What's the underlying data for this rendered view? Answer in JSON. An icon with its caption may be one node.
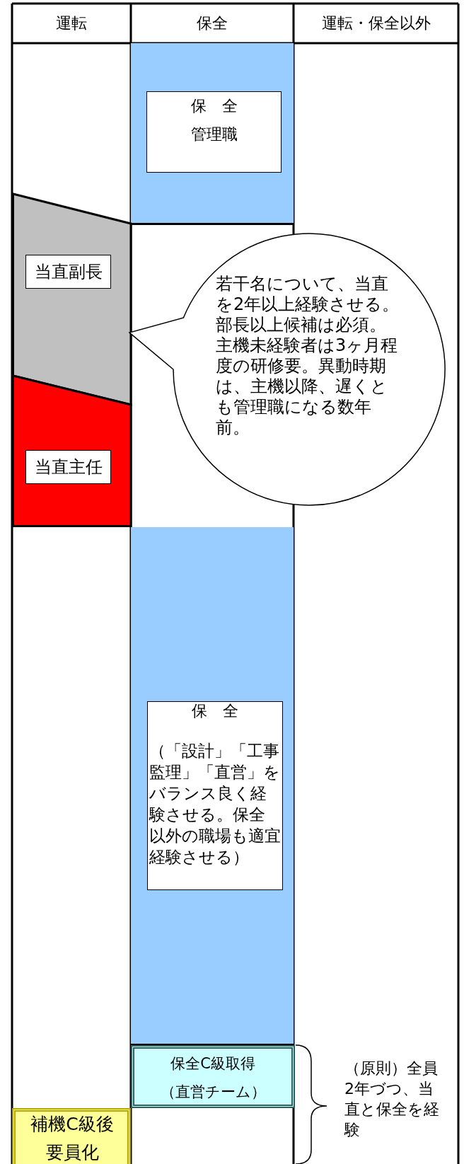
{
  "diagram": {
    "nodes": [
      {
        "text": [
          "運転"
        ]
      },
      {
        "text": [
          "保全"
        ]
      },
      {
        "text": [
          "運転・保全以外"
        ]
      },
      {
        "text": [],
        "shape": "bar"
      },
      {
        "text": [
          "保　全",
          "管理職"
        ],
        "in": 3
      },
      {
        "text": [],
        "shape": "bar"
      },
      {
        "text": [
          "当直副長"
        ],
        "in": 5
      },
      {
        "text": [],
        "shape": "bar"
      },
      {
        "text": [
          "当直主任"
        ],
        "in": 7
      },
      {
        "text": [
          "若干名について、当直を2年以上経験させる。部長以上候補は必須。主機未経験者は3ヶ月程度の研修要。異動時期は、主機以降、遅くとも管理職になる数年前。"
        ]
      },
      {
        "text": [],
        "shape": "bar"
      },
      {
        "text": [
          "保　全",
          "（「設計」「工事監理」「直営」をバランス良く経験させる。保全以外の職場も適宜経験させる）"
        ],
        "in": 10
      },
      {
        "text": [
          "保全C級取得",
          "（直営チーム）"
        ]
      },
      {
        "text": [
          "補機C級後要員化"
        ]
      }
    ],
    "labels": [
      "（原則）全員2年づつ、当直と保全を経験"
    ]
  }
}
